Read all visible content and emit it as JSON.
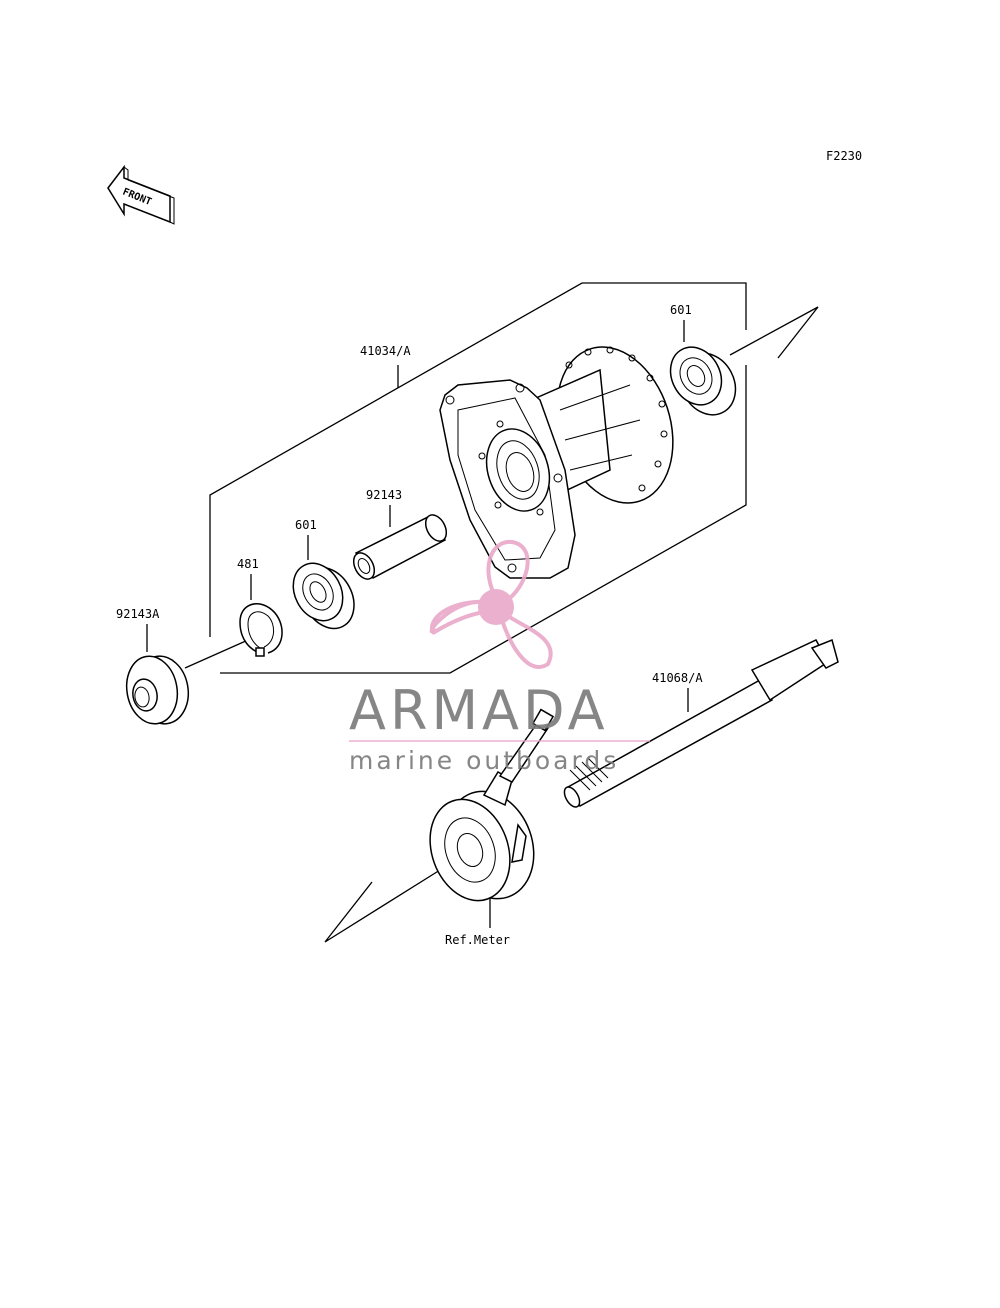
{
  "figure_code": "F2230",
  "front_arrow_label": "FRONT",
  "labels": {
    "hub": "41034/A",
    "bearing_right": "601",
    "bearing_left": "601",
    "spacer": "92143",
    "circlip": "481",
    "collar": "92143A",
    "axle": "41068/A",
    "meter": "Ref.Meter"
  },
  "watermark": {
    "brand": "ARMADA",
    "tagline": "marine outboards",
    "colors": {
      "logo": "#e8a8c8",
      "text": "#7a7a7a",
      "rule": "#e8a8c8"
    }
  }
}
